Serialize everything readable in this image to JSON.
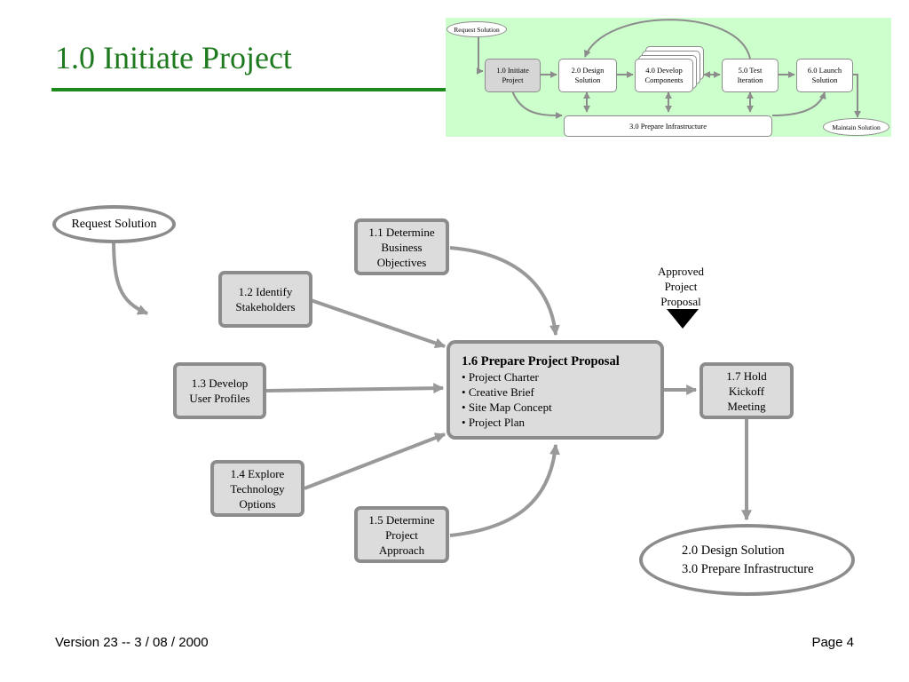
{
  "slide": {
    "title": "1.0 Initiate Project",
    "footer_left": "Version 23  --  3 / 08 / 2000",
    "footer_right": "Page 4"
  },
  "overview": {
    "request": "Request Solution",
    "maintain": "Maintain Solution",
    "steps": [
      {
        "id": "1.0",
        "label": "1.0  Initiate\nProject",
        "highlighted": true
      },
      {
        "id": "2.0",
        "label": "2.0  Design\nSolution",
        "highlighted": false
      },
      {
        "id": "4.0",
        "label": "4.0  Develop\nComponents",
        "highlighted": false
      },
      {
        "id": "5.0",
        "label": "5.0  Test\nIteration",
        "highlighted": false
      },
      {
        "id": "6.0",
        "label": "6.0  Launch\nSolution",
        "highlighted": false
      }
    ],
    "infrastructure": "3.0  Prepare Infrastructure"
  },
  "main": {
    "start": "Request Solution",
    "tasks": [
      {
        "id": "1.1",
        "label": "1.1  Determine\nBusiness\nObjectives"
      },
      {
        "id": "1.2",
        "label": "1.2  Identify\nStakeholders"
      },
      {
        "id": "1.3",
        "label": "1.3  Develop\nUser Profiles"
      },
      {
        "id": "1.4",
        "label": "1.4  Explore\nTechnology\nOptions"
      },
      {
        "id": "1.5",
        "label": "1.5  Determine\nProject\nApproach"
      }
    ],
    "proposal": {
      "title": "1.6  Prepare Project Proposal",
      "items": [
        "Project Charter",
        "Creative Brief",
        "Site Map Concept",
        "Project Plan"
      ]
    },
    "deliverable": "Approved\nProject\nProposal",
    "kickoff": "1.7  Hold\nKickoff\nMeeting",
    "next_steps": [
      "2.0  Design Solution",
      "3.0  Prepare Infrastructure"
    ]
  },
  "colors": {
    "title": "#1f7a1f",
    "rule": "#1e8a1e",
    "overview_bg": "#ccffcc",
    "box_fill": "#dcdcdc",
    "box_border": "#8c8c8c",
    "arrow": "#999999"
  }
}
